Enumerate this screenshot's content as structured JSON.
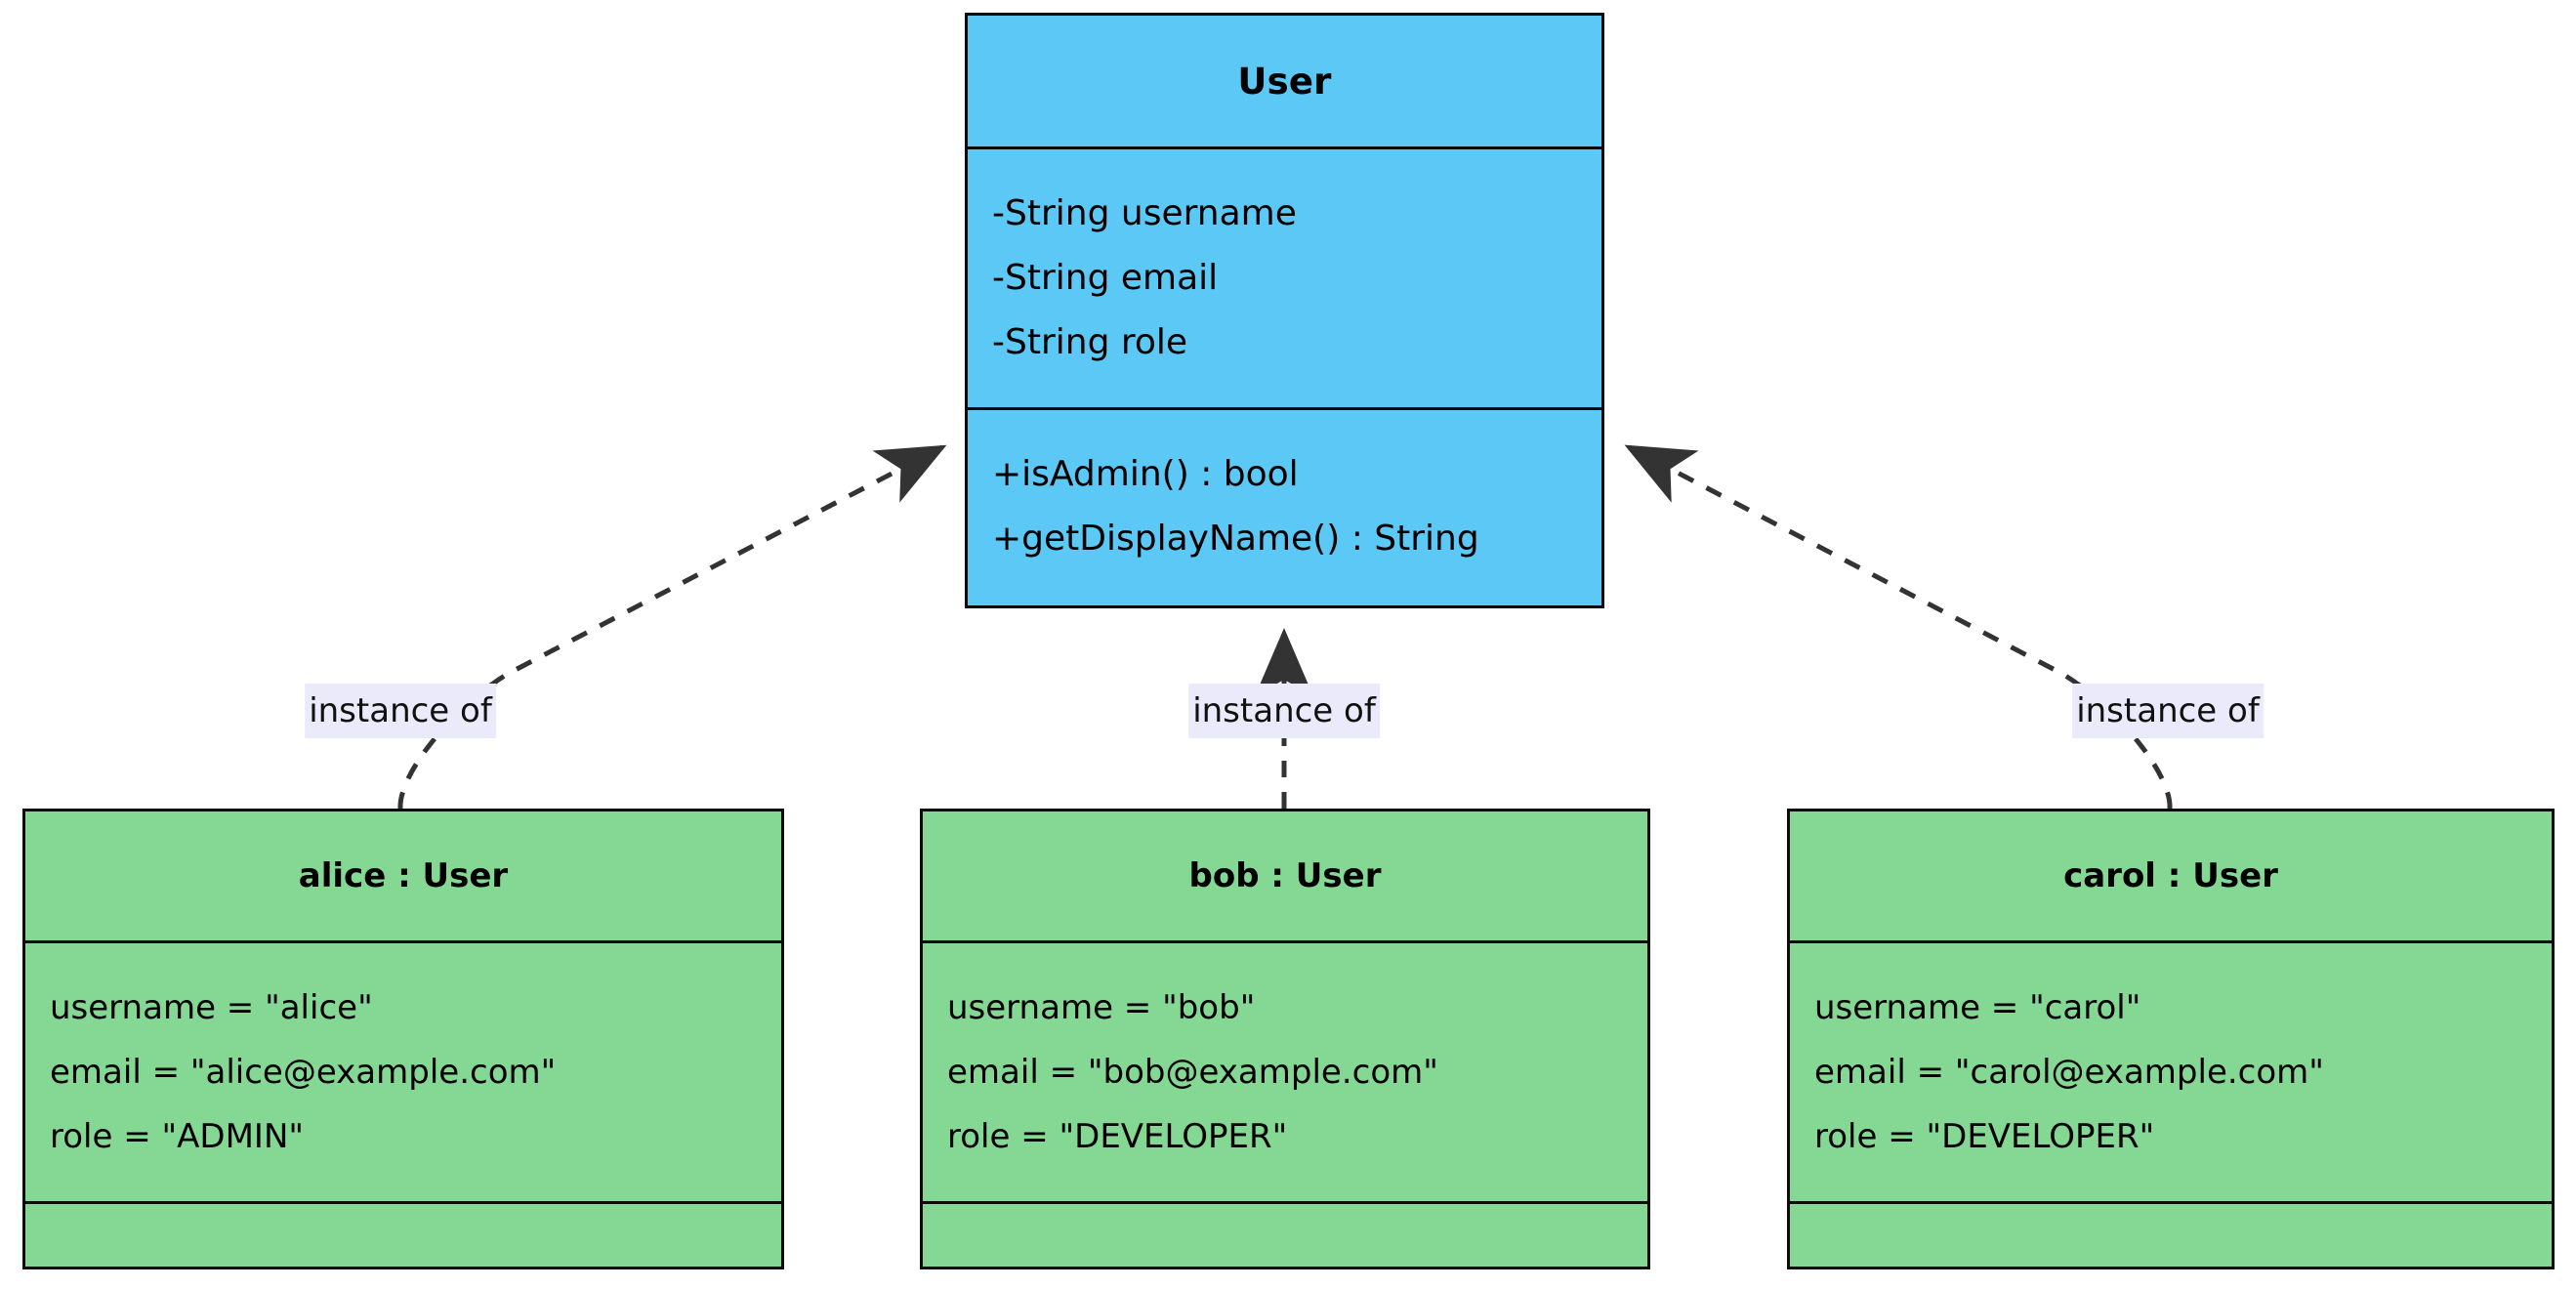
{
  "diagram": {
    "kind": "uml-object-instance-diagram",
    "background_color": "#ffffff",
    "class_fill_color": "#5bc8f5",
    "object_fill_color": "#84d894",
    "border_color": "#0a0a0a",
    "edge_color": "#333333",
    "edge_label_background": "#eaeafa"
  },
  "class_node": {
    "title": "User",
    "attributes": [
      "-String username",
      "-String email",
      "-String role"
    ],
    "operations": [
      "+isAdmin() : bool",
      "+getDisplayName() : String"
    ]
  },
  "object_nodes": [
    {
      "title": "alice : User",
      "slots": [
        "username = \"alice\"",
        "email = \"alice@example.com\"",
        "role = \"ADMIN\""
      ]
    },
    {
      "title": "bob : User",
      "slots": [
        "username = \"bob\"",
        "email = \"bob@example.com\"",
        "role = \"DEVELOPER\""
      ]
    },
    {
      "title": "carol : User",
      "slots": [
        "username = \"carol\"",
        "email = \"carol@example.com\"",
        "role = \"DEVELOPER\""
      ]
    }
  ],
  "edges": [
    {
      "from": "alice : User",
      "to": "User",
      "label": "instance of",
      "style": "dashed"
    },
    {
      "from": "bob : User",
      "to": "User",
      "label": "instance of",
      "style": "dashed"
    },
    {
      "from": "carol : User",
      "to": "User",
      "label": "instance of",
      "style": "dashed"
    }
  ]
}
